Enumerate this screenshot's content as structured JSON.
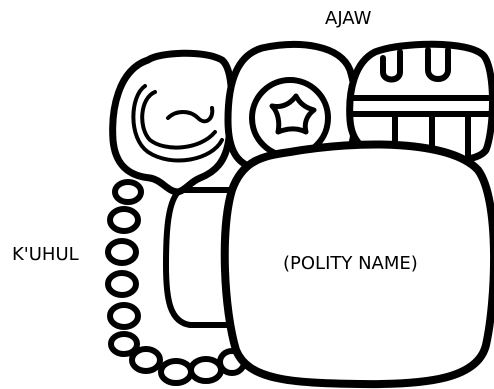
{
  "labels": {
    "ajaw": "AJAW",
    "kuhul": "K'UHUL",
    "polity": "(POLITY NAME)"
  },
  "colors": {
    "ink": "#000000",
    "background": "#ffffff"
  },
  "components": [
    "water-group-beads",
    "kuhul-sign",
    "ajaw-face-sign",
    "ajaw-headdress-sign",
    "polity-main-sign"
  ]
}
